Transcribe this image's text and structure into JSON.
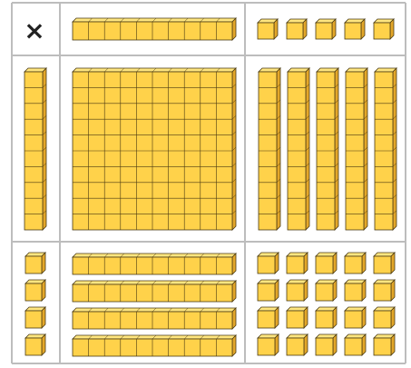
{
  "corner_symbol": "×",
  "colors": {
    "cube_face": "#FFD24A",
    "cube_top": "#FFE680",
    "cube_side": "#E3A72A",
    "cube_stroke": "#4A3A12",
    "grid_line": "#BDBDBD",
    "background": "#FFFFFF",
    "symbol": "#222222"
  },
  "blocks": {
    "top_header": {
      "rods": 1,
      "rod_length": 10
    },
    "top_right_header": {
      "units": 5
    },
    "left_header": {
      "rods": 1,
      "rod_length": 10
    },
    "center": {
      "flats": 1,
      "flat_size": 10
    },
    "center_right": {
      "rods": 5,
      "rod_length": 10
    },
    "bottom_left_header": {
      "units": 4
    },
    "bottom_center": {
      "rods": 4,
      "rod_length": 10
    },
    "bottom_right": {
      "rows": 4,
      "cols": 5
    }
  }
}
